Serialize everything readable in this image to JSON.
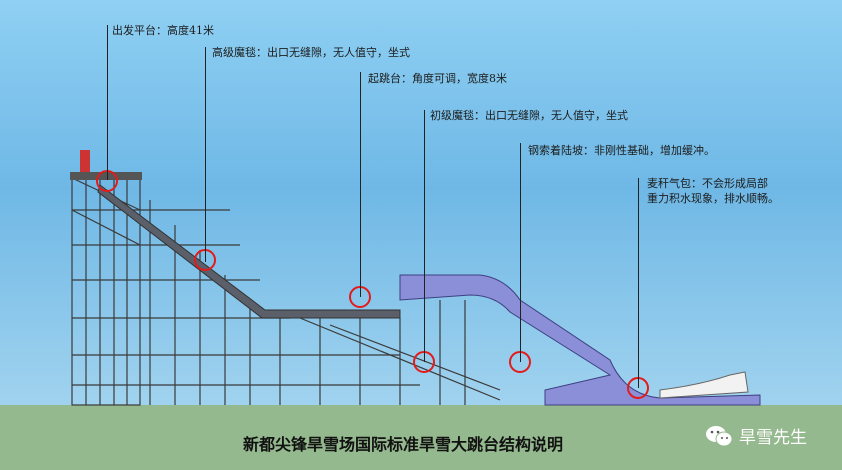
{
  "annotations": [
    {
      "text": "出发平台：高度41米"
    },
    {
      "text": "高级魔毯：出口无缝隙，无人值守，坐式"
    },
    {
      "text": "起跳台：角度可调，宽度8米"
    },
    {
      "text": "初级魔毯：出口无缝隙，无人值守，坐式"
    },
    {
      "text": "钢索着陆坡：非刚性基础，增加缓冲。"
    },
    {
      "text_line1": "麦秆气包：不会形成局部",
      "text_line2": "重力积水现象，排水顺畅。"
    }
  ],
  "title": "新都尖锋旱雪场国际标准旱雪大跳台结构说明",
  "brand": "旱雪先生",
  "colors": {
    "marker": "#e31b1b",
    "slope": "#8a8fd8",
    "ground": "#95b98e"
  }
}
